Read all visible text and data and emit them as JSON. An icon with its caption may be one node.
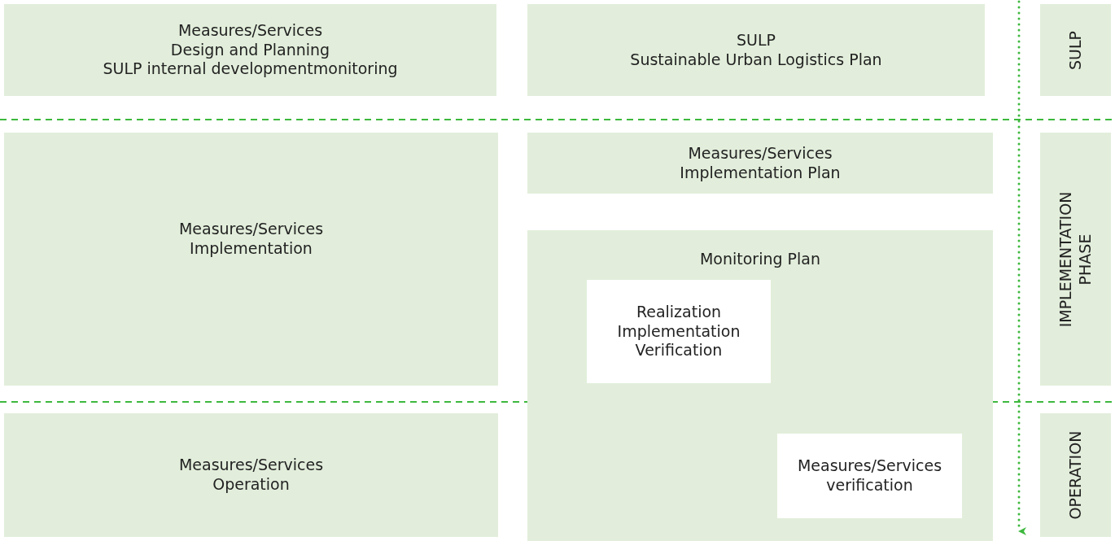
{
  "diagram": {
    "nodes": [
      {
        "text": [
          "Measures/Services",
          "Design and Planning",
          "SULP internal developmentmonitoring"
        ]
      },
      {
        "text": [
          "SULP",
          "Sustainable Urban Logistics Plan"
        ]
      },
      {
        "text": [
          "SULP"
        ]
      },
      {
        "text": [
          "Measures/Services",
          "Implementation"
        ]
      },
      {
        "text": [
          "Measures/Services",
          "Implementation Plan"
        ]
      },
      {
        "text": [
          "IMPLEMENTATION PHASE"
        ]
      },
      {
        "text": [
          "Monitoring Plan"
        ]
      },
      {
        "text": [
          "Realization",
          "Implementation",
          "Verification"
        ],
        "in": 6
      },
      {
        "text": [
          "Measures/Services",
          "Operation"
        ]
      },
      {
        "text": [
          "Measures/Services verification"
        ],
        "in": 6
      },
      {
        "text": [
          "OPERATION"
        ]
      }
    ],
    "edges": []
  }
}
